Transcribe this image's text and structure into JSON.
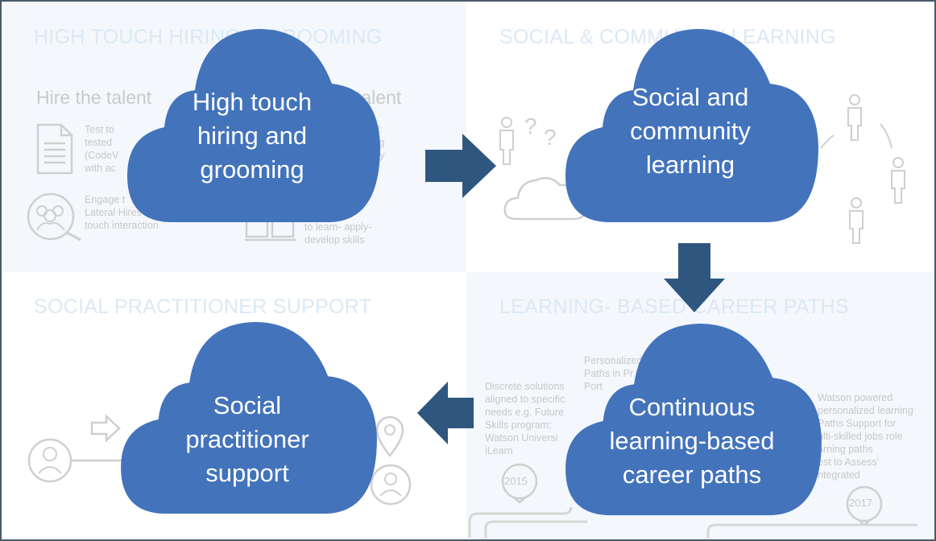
{
  "quadrants": {
    "top_left": {
      "title": "HIGH TOUCH HIRING & GROOMING",
      "subheading_left": "Hire the talent",
      "subheading_right": "talent",
      "item1": "Test to\ntested\n(CodeV\nwith ac",
      "item2": "rtal:\naing\nd by",
      "item3": "Engage t\nLateral Hires\ntouch interaction",
      "item4": "oding- fest\nto learn- apply-\ndevelop skills"
    },
    "top_right": {
      "title": "SOCIAL & COMMUNITY LEARNING"
    },
    "bottom_left": {
      "title": "SOCIAL PRACTITIONER SUPPORT"
    },
    "bottom_right": {
      "title": "LEARNING- BASED CAREER PATHS",
      "text_personalized": "Personalized\nPaths in Pr\nPort",
      "text_discrete": "Discrete solutions\naligned to specific\nneeds e.g. Future\nSkills program;\nWatson Universi\niLearn",
      "text_watson": "Watson powered\npersonalized learning\nPaths Support for\nulti-skilled jobs role\narning paths\nest to Assess'\nntegrated",
      "year_2015": "2015",
      "year_2017": "2017"
    }
  },
  "clouds": {
    "hiring": "High touch\nhiring and\ngrooming",
    "community": "Social and\ncommunity\nlearning",
    "career": "Continuous\nlearning-based\ncareer paths",
    "support": "Social\npractitioner\nsupport"
  },
  "colors": {
    "cloud_fill": "#4373bb",
    "arrow_fill": "#2f567e",
    "faint_title": "#dbe8f5",
    "faint_icon": "#cccccc"
  }
}
